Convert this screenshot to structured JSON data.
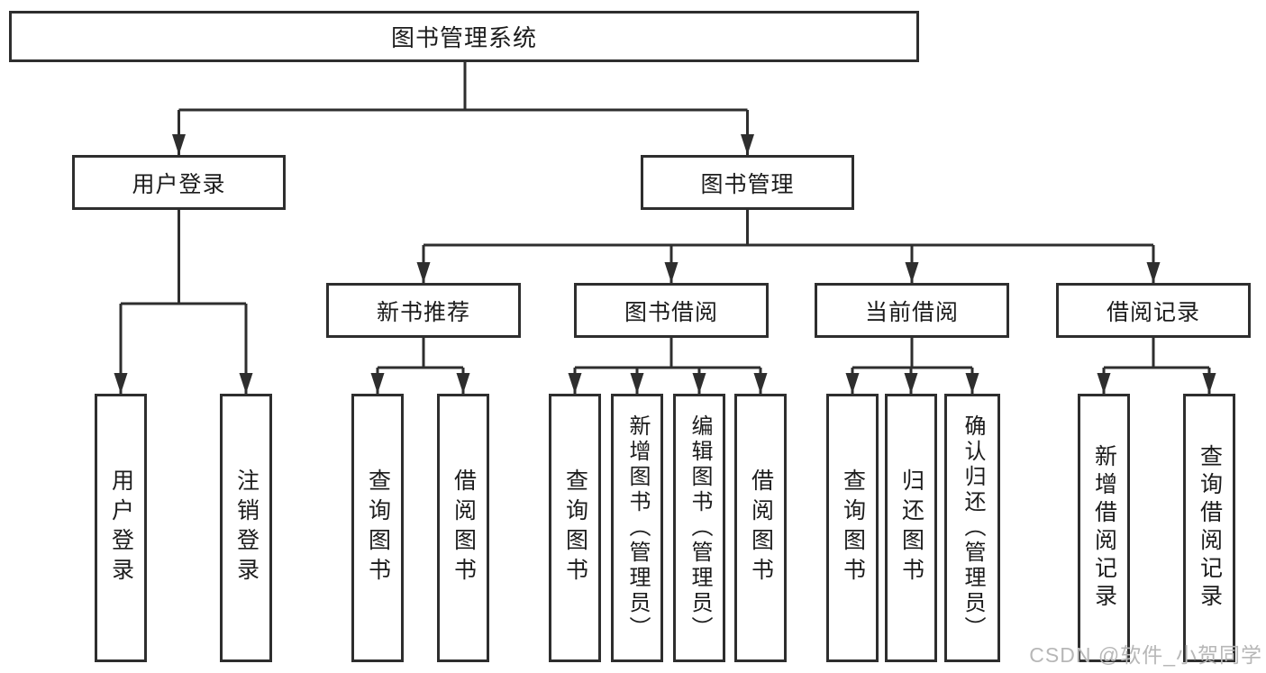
{
  "title": "图书管理系统",
  "level2": {
    "user_login": "用户登录",
    "book_mgmt": "图书管理"
  },
  "level3": {
    "new_books": "新书推荐",
    "book_borrow": "图书借阅",
    "current_borrow": "当前借阅",
    "borrow_records": "借阅记录"
  },
  "leaves": {
    "user_login": [
      "用户登录",
      "注销登录"
    ],
    "new_books": [
      "查询图书",
      "借阅图书"
    ],
    "book_borrow": [
      "查询图书",
      "新增图书（管理员）",
      "编辑图书（管理员）",
      "借阅图书"
    ],
    "current_borrow": [
      "查询图书",
      "归还图书",
      "确认归还（管理员）"
    ],
    "borrow_records": [
      "新增借阅记录",
      "查询借阅记录"
    ]
  },
  "watermark": "CSDN @软件_小贺同学",
  "colors": {
    "line": "#2e2e2e",
    "text": "#1c1c1c",
    "background": "#ffffff",
    "watermark": "#b7b7b7"
  }
}
